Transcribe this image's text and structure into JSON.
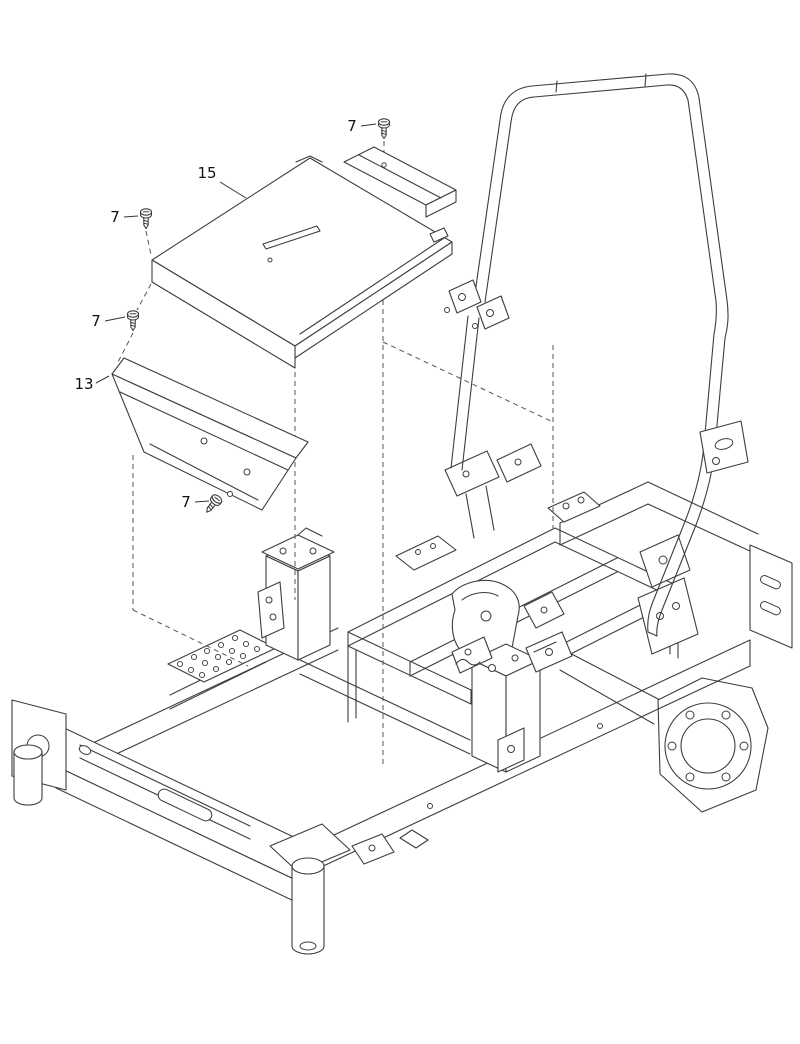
{
  "page": {
    "background": "#ffffff"
  },
  "diagram": {
    "type": "exploded-parts-diagram",
    "line_color": "#3d3d3d",
    "dash_color": "#555555",
    "label_color": "#111111",
    "part_numbers": [
      "7",
      "13",
      "15"
    ],
    "callouts": [
      {
        "label": "7",
        "points_to": "screw-top"
      },
      {
        "label": "15",
        "points_to": "cover-plate"
      },
      {
        "label": "7",
        "points_to": "screw-upper-left"
      },
      {
        "label": "7",
        "points_to": "screw-mid-left"
      },
      {
        "label": "13",
        "points_to": "panel"
      },
      {
        "label": "7",
        "points_to": "screw-bottom"
      }
    ]
  }
}
